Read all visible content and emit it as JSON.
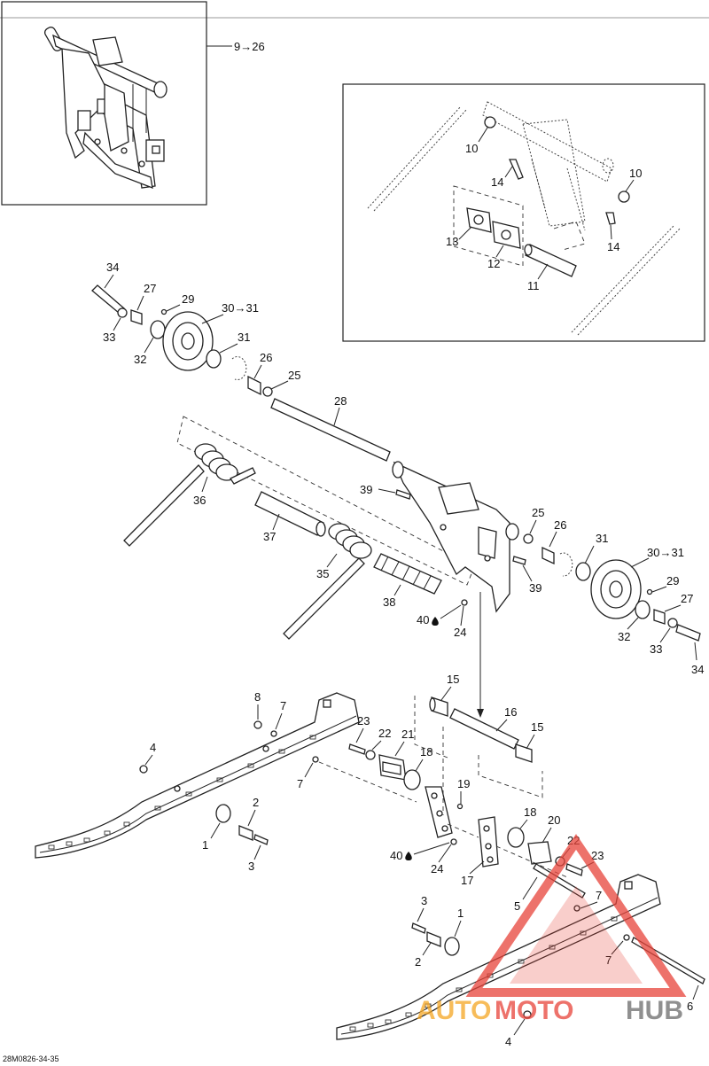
{
  "diagram": {
    "reference_code": "28M0826-34-35",
    "callouts": {
      "ref_9_26": "9→26",
      "ref_30_31_a": "30→31",
      "ref_30_31_b": "30→31",
      "n34a": "34",
      "n27a": "27",
      "n29a": "29",
      "n33a": "33",
      "n32a": "32",
      "n31a": "31",
      "n26a": "26",
      "n25a": "25",
      "n28": "28",
      "n10a": "10",
      "n10b": "10",
      "n14a": "14",
      "n14b": "14",
      "n13": "13",
      "n12": "12",
      "n11": "11",
      "n39a": "39",
      "n36": "36",
      "n37": "37",
      "n35": "35",
      "n38": "38",
      "n25b": "25",
      "n26b": "26",
      "n31b": "31",
      "n39b": "39",
      "n29b": "29",
      "n27b": "27",
      "n32b": "32",
      "n33b": "33",
      "n34b": "34",
      "n40a": "40",
      "n24a": "24",
      "n15a": "15",
      "n16": "16",
      "n15b": "15",
      "n8": "8",
      "n7a": "7",
      "n4a": "4",
      "n7b": "7",
      "n23a": "23",
      "n22a": "22",
      "n21": "21",
      "n18a": "18",
      "n19": "19",
      "n2a": "2",
      "n1a": "1",
      "n3a": "3",
      "n18b": "18",
      "n20": "20",
      "n22b": "22",
      "n23b": "23",
      "n40b": "40",
      "n24b": "24",
      "n17": "17",
      "n5": "5",
      "n7c": "7",
      "n3b": "3",
      "n1b": "1",
      "n2b": "2",
      "n7d": "7",
      "n6": "6",
      "n4b": "4"
    },
    "watermark": {
      "text_a": "AUTO",
      "text_b": "MOTO",
      "text_c": "HUB",
      "color_orange": "#f5a623",
      "color_red": "#e8443a",
      "color_gray": "#6b6b6b"
    }
  }
}
